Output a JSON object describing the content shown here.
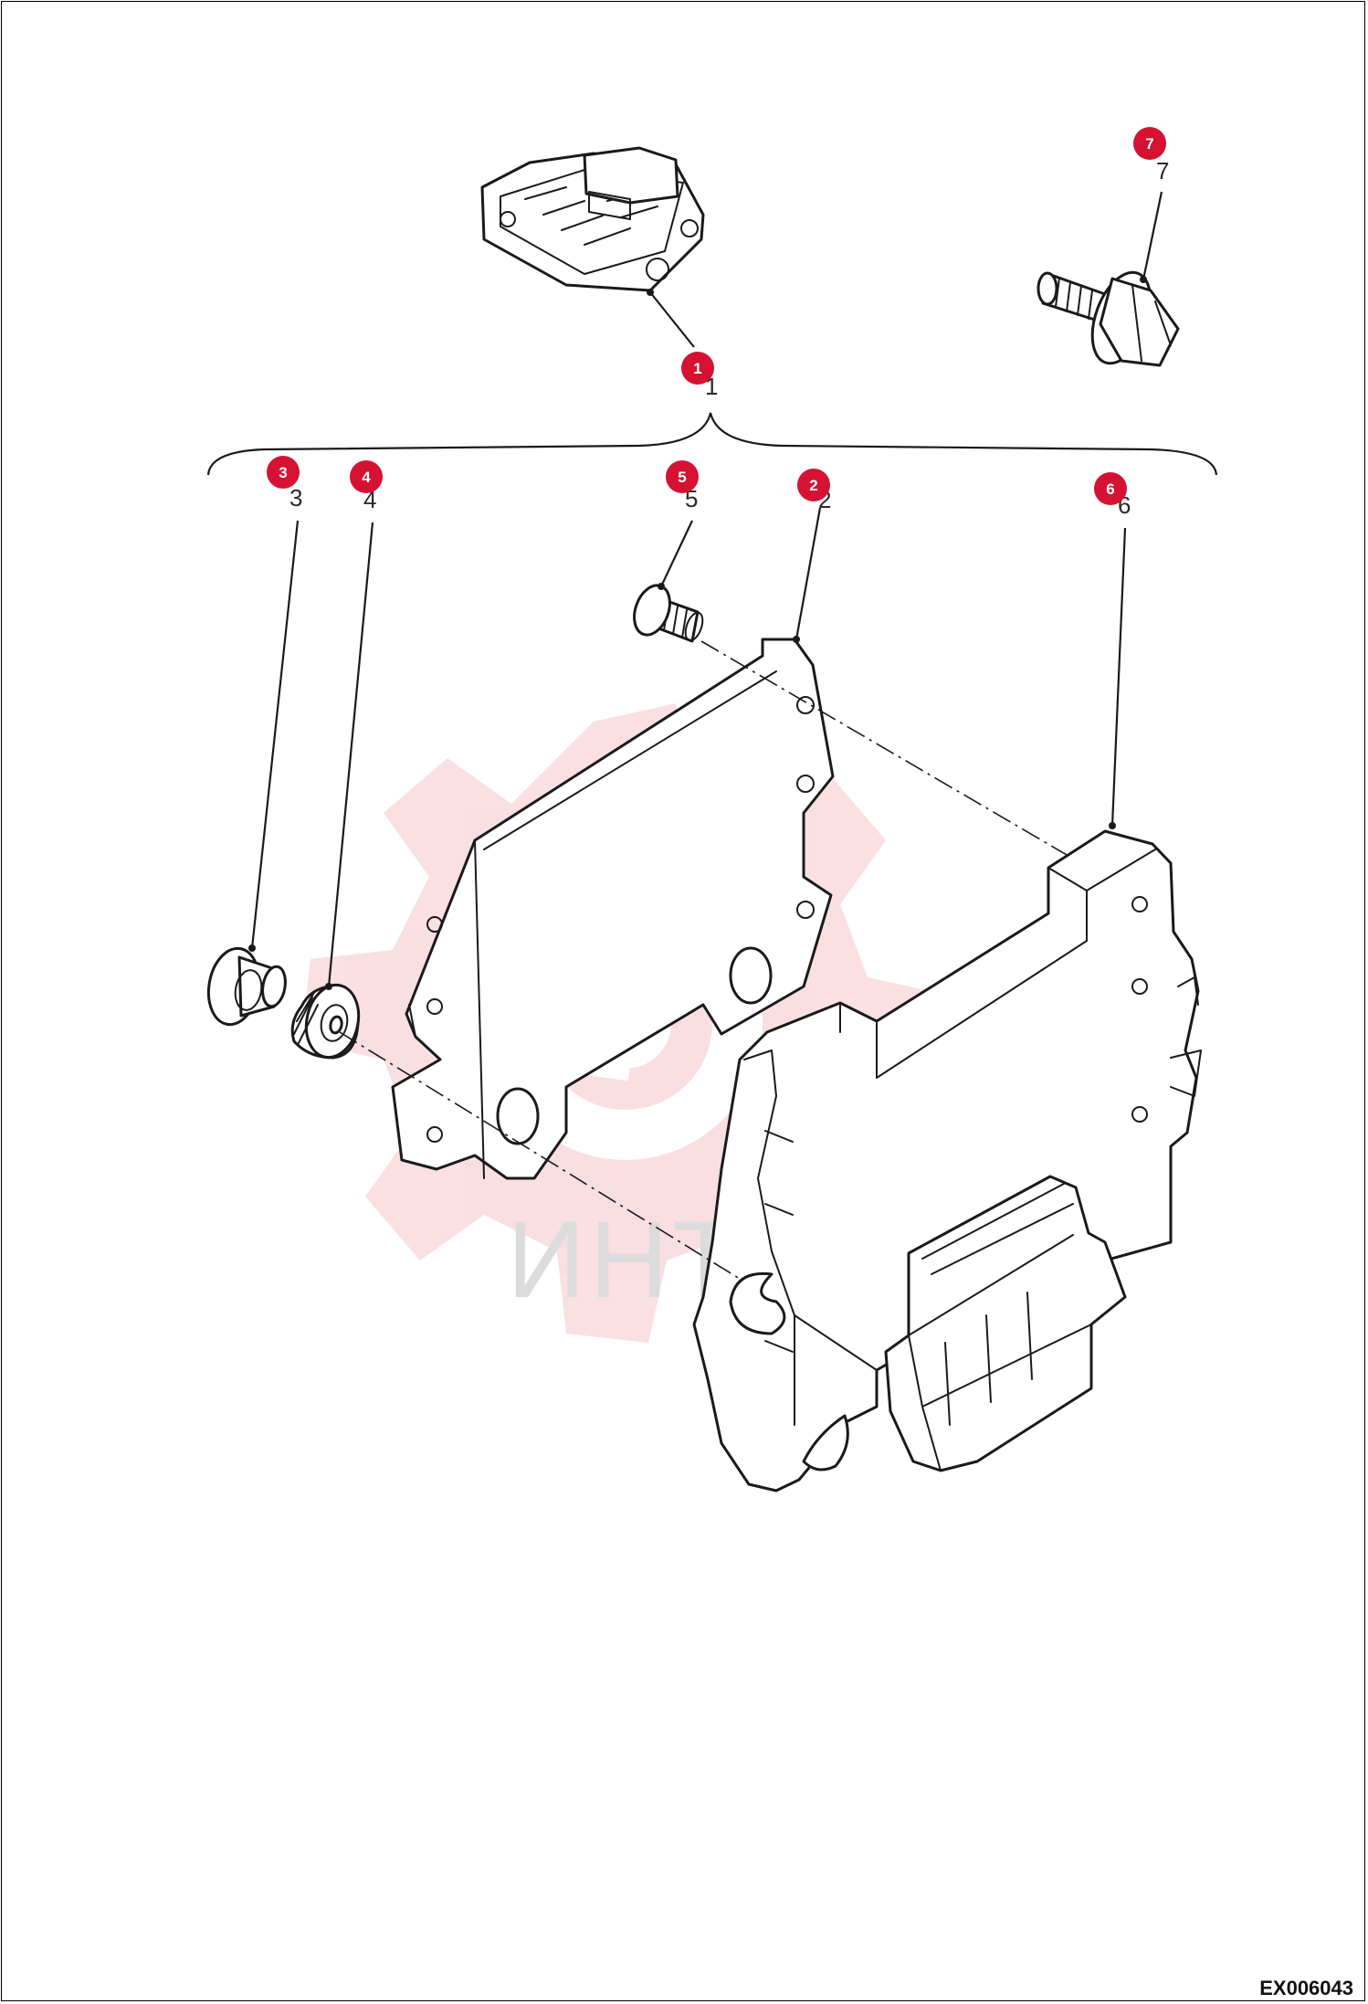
{
  "diagram": {
    "watermark": "ИНТЕХ",
    "drawing_code": "EX006043",
    "callouts": [
      {
        "id": "1",
        "label": "1"
      },
      {
        "id": "2",
        "label": "2"
      },
      {
        "id": "3",
        "label": "3"
      },
      {
        "id": "4",
        "label": "4"
      },
      {
        "id": "5",
        "label": "5"
      },
      {
        "id": "6",
        "label": "6"
      },
      {
        "id": "7",
        "label": "7"
      }
    ],
    "colors": {
      "callout": "#d51231",
      "line": "#1a1a1a",
      "watermark": "#f5c6c9"
    }
  }
}
